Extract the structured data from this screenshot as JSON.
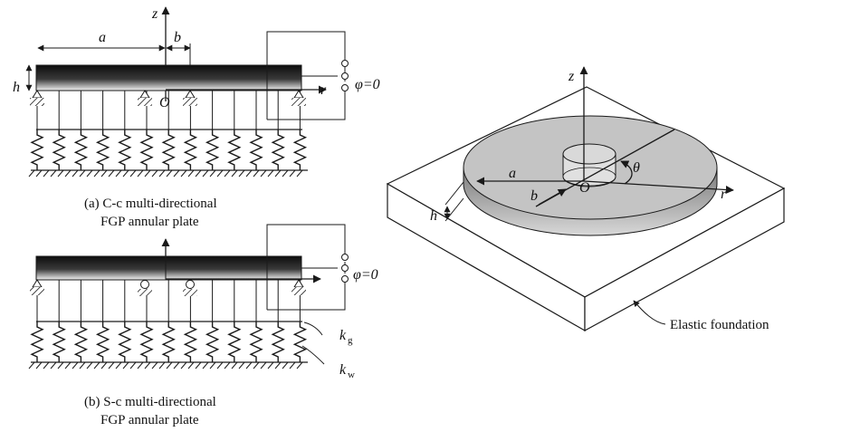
{
  "panel_a": {
    "labels": {
      "z": "z",
      "a": "a",
      "b": "b",
      "h": "h",
      "O": "O",
      "r": "r",
      "phi": "φ=0"
    },
    "caption_line1": "(a) C-c multi-directional",
    "caption_line2": "FGP annular plate"
  },
  "panel_b": {
    "labels": {
      "phi": "φ=0",
      "kg_main": "k",
      "kg_sub": "g",
      "kw_main": "k",
      "kw_sub": "w"
    },
    "caption_line1": "(b) S-c multi-directional",
    "caption_line2": "FGP annular plate"
  },
  "panel_3d": {
    "labels": {
      "z": "z",
      "a": "a",
      "b": "b",
      "h": "h",
      "O": "O",
      "r": "r",
      "theta": "θ"
    },
    "foundation_label": "Elastic foundation"
  },
  "colors": {
    "ink": "#1a1a1a",
    "plate_dark": "#111111",
    "plate_light": "#ffffff",
    "disk_top": "#c4c4c4",
    "disk_side": "#8f8f8f"
  }
}
